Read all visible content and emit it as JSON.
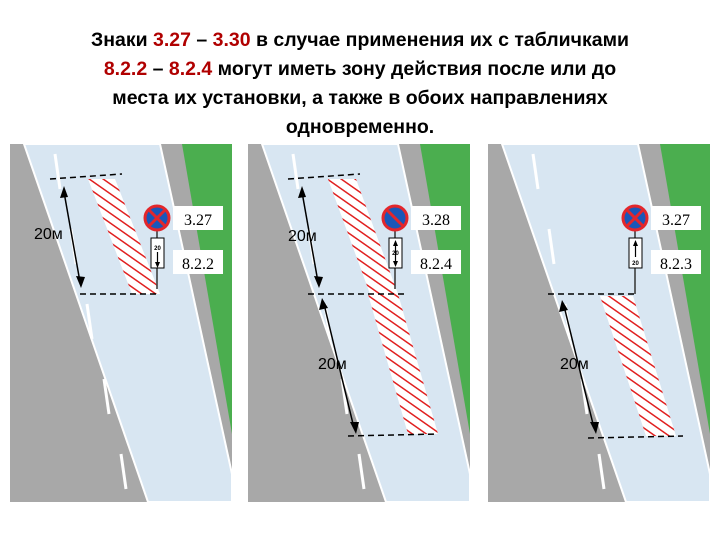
{
  "title": {
    "line1_a": "Знаки ",
    "line1_num1": "3.27",
    "line1_dash": " – ",
    "line1_num2": "3.30",
    "line1_b": " в случае применения их с табличками",
    "line2_num1": "8.2.2",
    "line2_dash": " – ",
    "line2_num2": "8.2.4",
    "line2_b": " могут иметь зону действия после или до",
    "line3": "места их установки, а также в обоих направлениях",
    "line4": "одновременно."
  },
  "colors": {
    "grass": "#4bae4f",
    "asphalt": "#a8a8a8",
    "lane": "#d8e6f2",
    "hatch": "#e02020",
    "sign_red": "#e3262b",
    "sign_blue": "#1a57b8",
    "accent_text": "#b00000"
  },
  "panels": [
    {
      "sign_code": "3.27",
      "plate_code": "8.2.2",
      "plate_distance": "20",
      "zones": [
        {
          "label": "20м",
          "direction": "before"
        }
      ]
    },
    {
      "sign_code": "3.28",
      "plate_code": "8.2.4",
      "plate_distance": "20",
      "zones": [
        {
          "label": "20м",
          "direction": "before"
        },
        {
          "label": "20м",
          "direction": "after"
        }
      ]
    },
    {
      "sign_code": "3.27",
      "plate_code": "8.2.3",
      "plate_distance": "20",
      "zones": [
        {
          "label": "20м",
          "direction": "after"
        }
      ]
    }
  ]
}
